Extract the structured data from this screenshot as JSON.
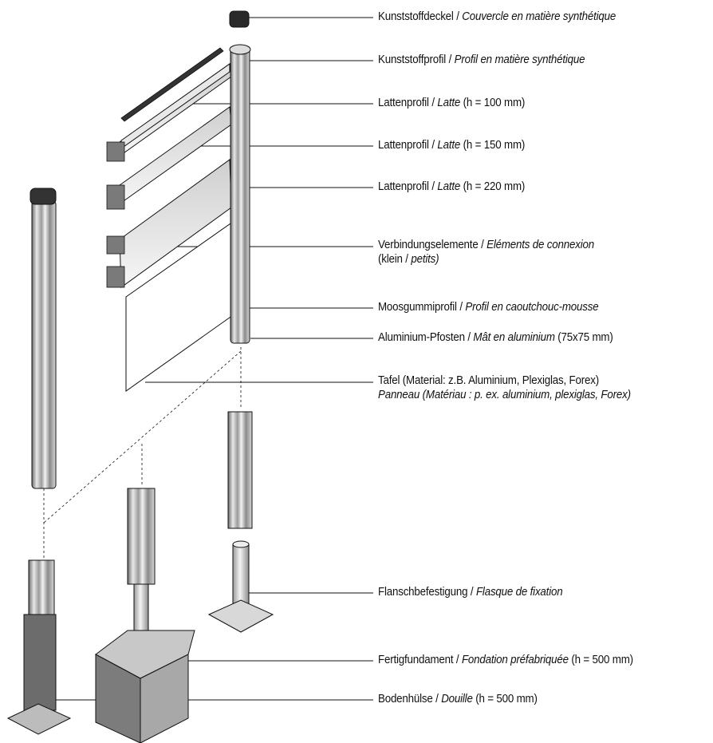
{
  "labels": {
    "cap": {
      "de": "Kunststoffdeckel",
      "fr": "Couvercle en matière synthétique"
    },
    "plastic": {
      "de": "Kunststoffprofil",
      "fr": "Profil en matière synthétique"
    },
    "slat100": {
      "de": "Lattenprofil",
      "fr": "Latte",
      "extra": "(h = 100 mm)"
    },
    "slat150": {
      "de": "Lattenprofil",
      "fr": "Latte",
      "extra": "(h = 150 mm)"
    },
    "slat220": {
      "de": "Lattenprofil",
      "fr": "Latte",
      "extra": "(h = 220 mm)"
    },
    "connectors": {
      "de": "Verbindungselemente",
      "fr": "Eléments de connexion",
      "l2_de": "(klein / ",
      "l2_fr": "petits)"
    },
    "rubber": {
      "de": "Moosgummiprofil",
      "fr": "Profil en caoutchouc-mousse"
    },
    "post": {
      "de": "Aluminium-Pfosten",
      "fr": "Mât en aluminium",
      "extra": "(75x75 mm)"
    },
    "panel": {
      "de": "Tafel (Material: z.B. Aluminium, Plexiglas, Forex)",
      "fr": "Panneau (Matériau : p. ex. aluminium, plexiglas, Forex)"
    },
    "flange": {
      "de": "Flanschbefestigung",
      "fr": "Flasque de fixation"
    },
    "foundation": {
      "de": "Fertigfundament",
      "fr": "Fondation préfabriquée",
      "extra": "(h = 500 mm)"
    },
    "sleeve": {
      "de": "Bodenhülse",
      "fr": "Douille",
      "extra": "(h = 500 mm)"
    }
  },
  "separator": " / ",
  "colors": {
    "line": "#111111",
    "post_light": "#e6e6e6",
    "post_mid": "#b4b4b4",
    "post_dark": "#5a5a5a",
    "concrete": "#9a9a9a"
  }
}
